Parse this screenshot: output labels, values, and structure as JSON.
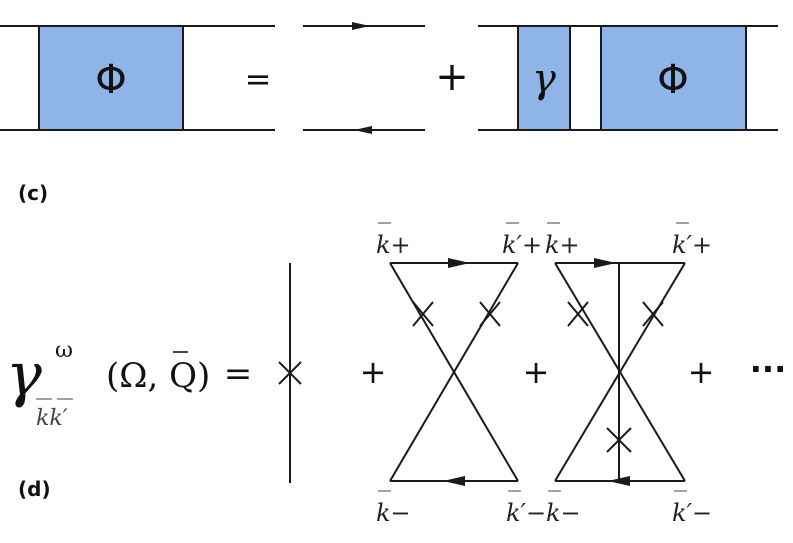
{
  "colors": {
    "box_fill": "#8eb4e8",
    "line": "#1a1a1a"
  },
  "top_equation": {
    "phi_symbol": "Φ",
    "equals": "=",
    "plus": "+",
    "gamma_symbol": "γ",
    "phi_symbol_2": "Φ"
  },
  "panel_c": {
    "label": "(c)"
  },
  "panel_d": {
    "label": "(d)",
    "lhs": {
      "symbol": "γ",
      "superscript": "ω",
      "subscript": "kk′",
      "args": "(Ω, Q)",
      "equals": "="
    },
    "plus_1": "+",
    "plus_2": "+",
    "plus_3": "+",
    "ellipsis": "···",
    "diagram_1": {
      "top_left": "k+",
      "top_right": "k′+",
      "bottom_left": "k−",
      "bottom_right": "k′−"
    },
    "diagram_2": {
      "top_left": "k+",
      "top_right": "k′+",
      "bottom_left": "k−",
      "bottom_right": "k′−"
    }
  }
}
